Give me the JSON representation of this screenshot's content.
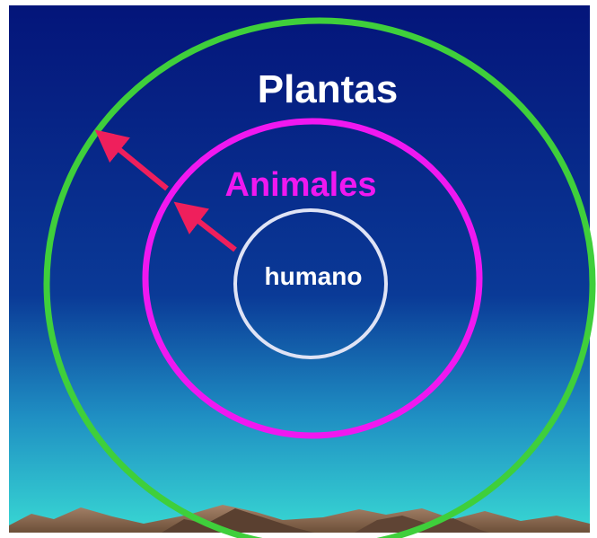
{
  "diagram": {
    "outer_label": "Plantas",
    "middle_label": "Animales",
    "inner_label": "humano"
  },
  "colors": {
    "sky_top": "#04157a",
    "sky_mid": "#0a3a97",
    "sky_bottom": "#35d3d1",
    "plantas_ring": "#3fcf3b",
    "animales_ring": "#f018f0",
    "humano_ring": "#dfe3f5",
    "arrow": "#ef1f5c",
    "mountain": "#8a6a4e",
    "frame": "#ffffff"
  }
}
